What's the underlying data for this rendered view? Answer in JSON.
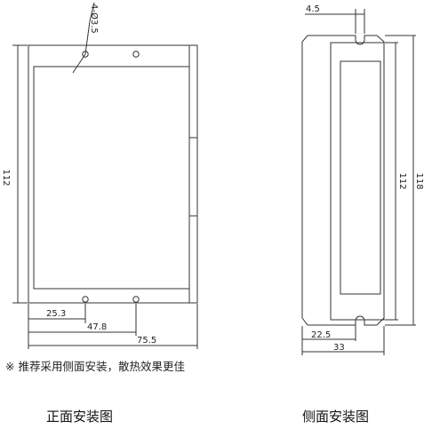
{
  "front_view": {
    "hole_label": "4-Ø3.5",
    "height": "112",
    "hole_offset": "25.3",
    "hole_spacing": "47.8",
    "width": "75.5"
  },
  "side_view": {
    "slot_width": "4.5",
    "inner_height": "112",
    "outer_height": "118",
    "inner_width": "22.5",
    "width": "33"
  },
  "note": "※ 推荐采用侧面安装，散热效果更佳",
  "captions": {
    "front": "正面安装图",
    "side": "侧面安装图"
  }
}
